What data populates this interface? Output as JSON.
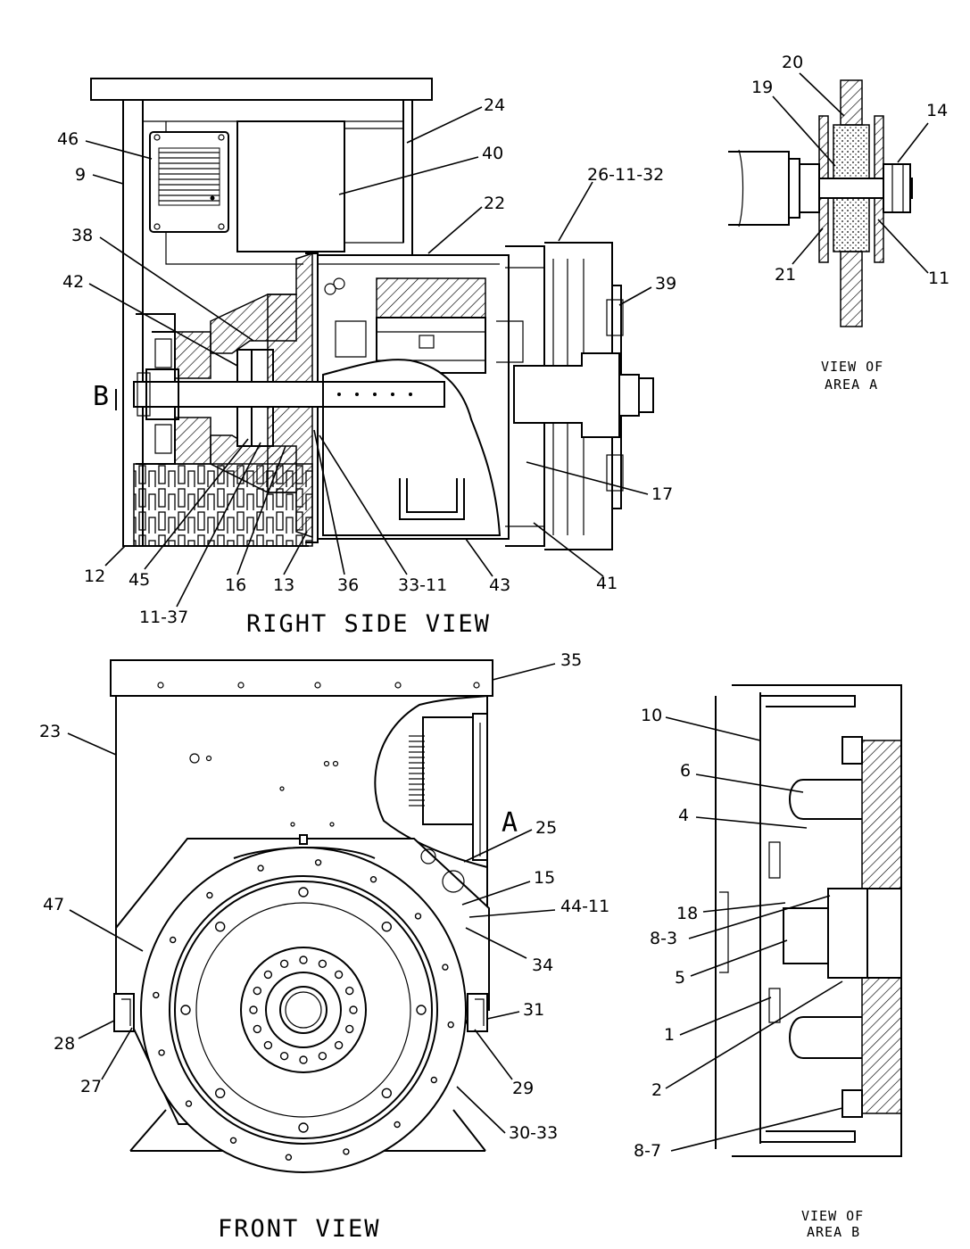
{
  "views": {
    "right_side": {
      "title": "RIGHT SIDE VIEW",
      "view_marker": "B",
      "callouts": [
        "24",
        "40",
        "46",
        "9",
        "26-11-32",
        "22",
        "38",
        "42",
        "39",
        "17",
        "41",
        "12",
        "45",
        "11-37",
        "16",
        "13",
        "36",
        "33-11",
        "43"
      ]
    },
    "area_a": {
      "title_line1": "VIEW OF",
      "title_line2": "AREA A",
      "callouts": [
        "20",
        "19",
        "14",
        "21",
        "11"
      ]
    },
    "front": {
      "title": "FRONT VIEW",
      "view_marker": "A",
      "callouts": [
        "35",
        "23",
        "25",
        "47",
        "15",
        "44-11",
        "34",
        "31",
        "28",
        "27",
        "29",
        "30-33"
      ]
    },
    "area_b": {
      "title_line1": "VIEW OF",
      "title_line2": "AREA B",
      "callouts": [
        "10",
        "6",
        "4",
        "18",
        "8-3",
        "5",
        "1",
        "2",
        "8-7"
      ]
    }
  }
}
